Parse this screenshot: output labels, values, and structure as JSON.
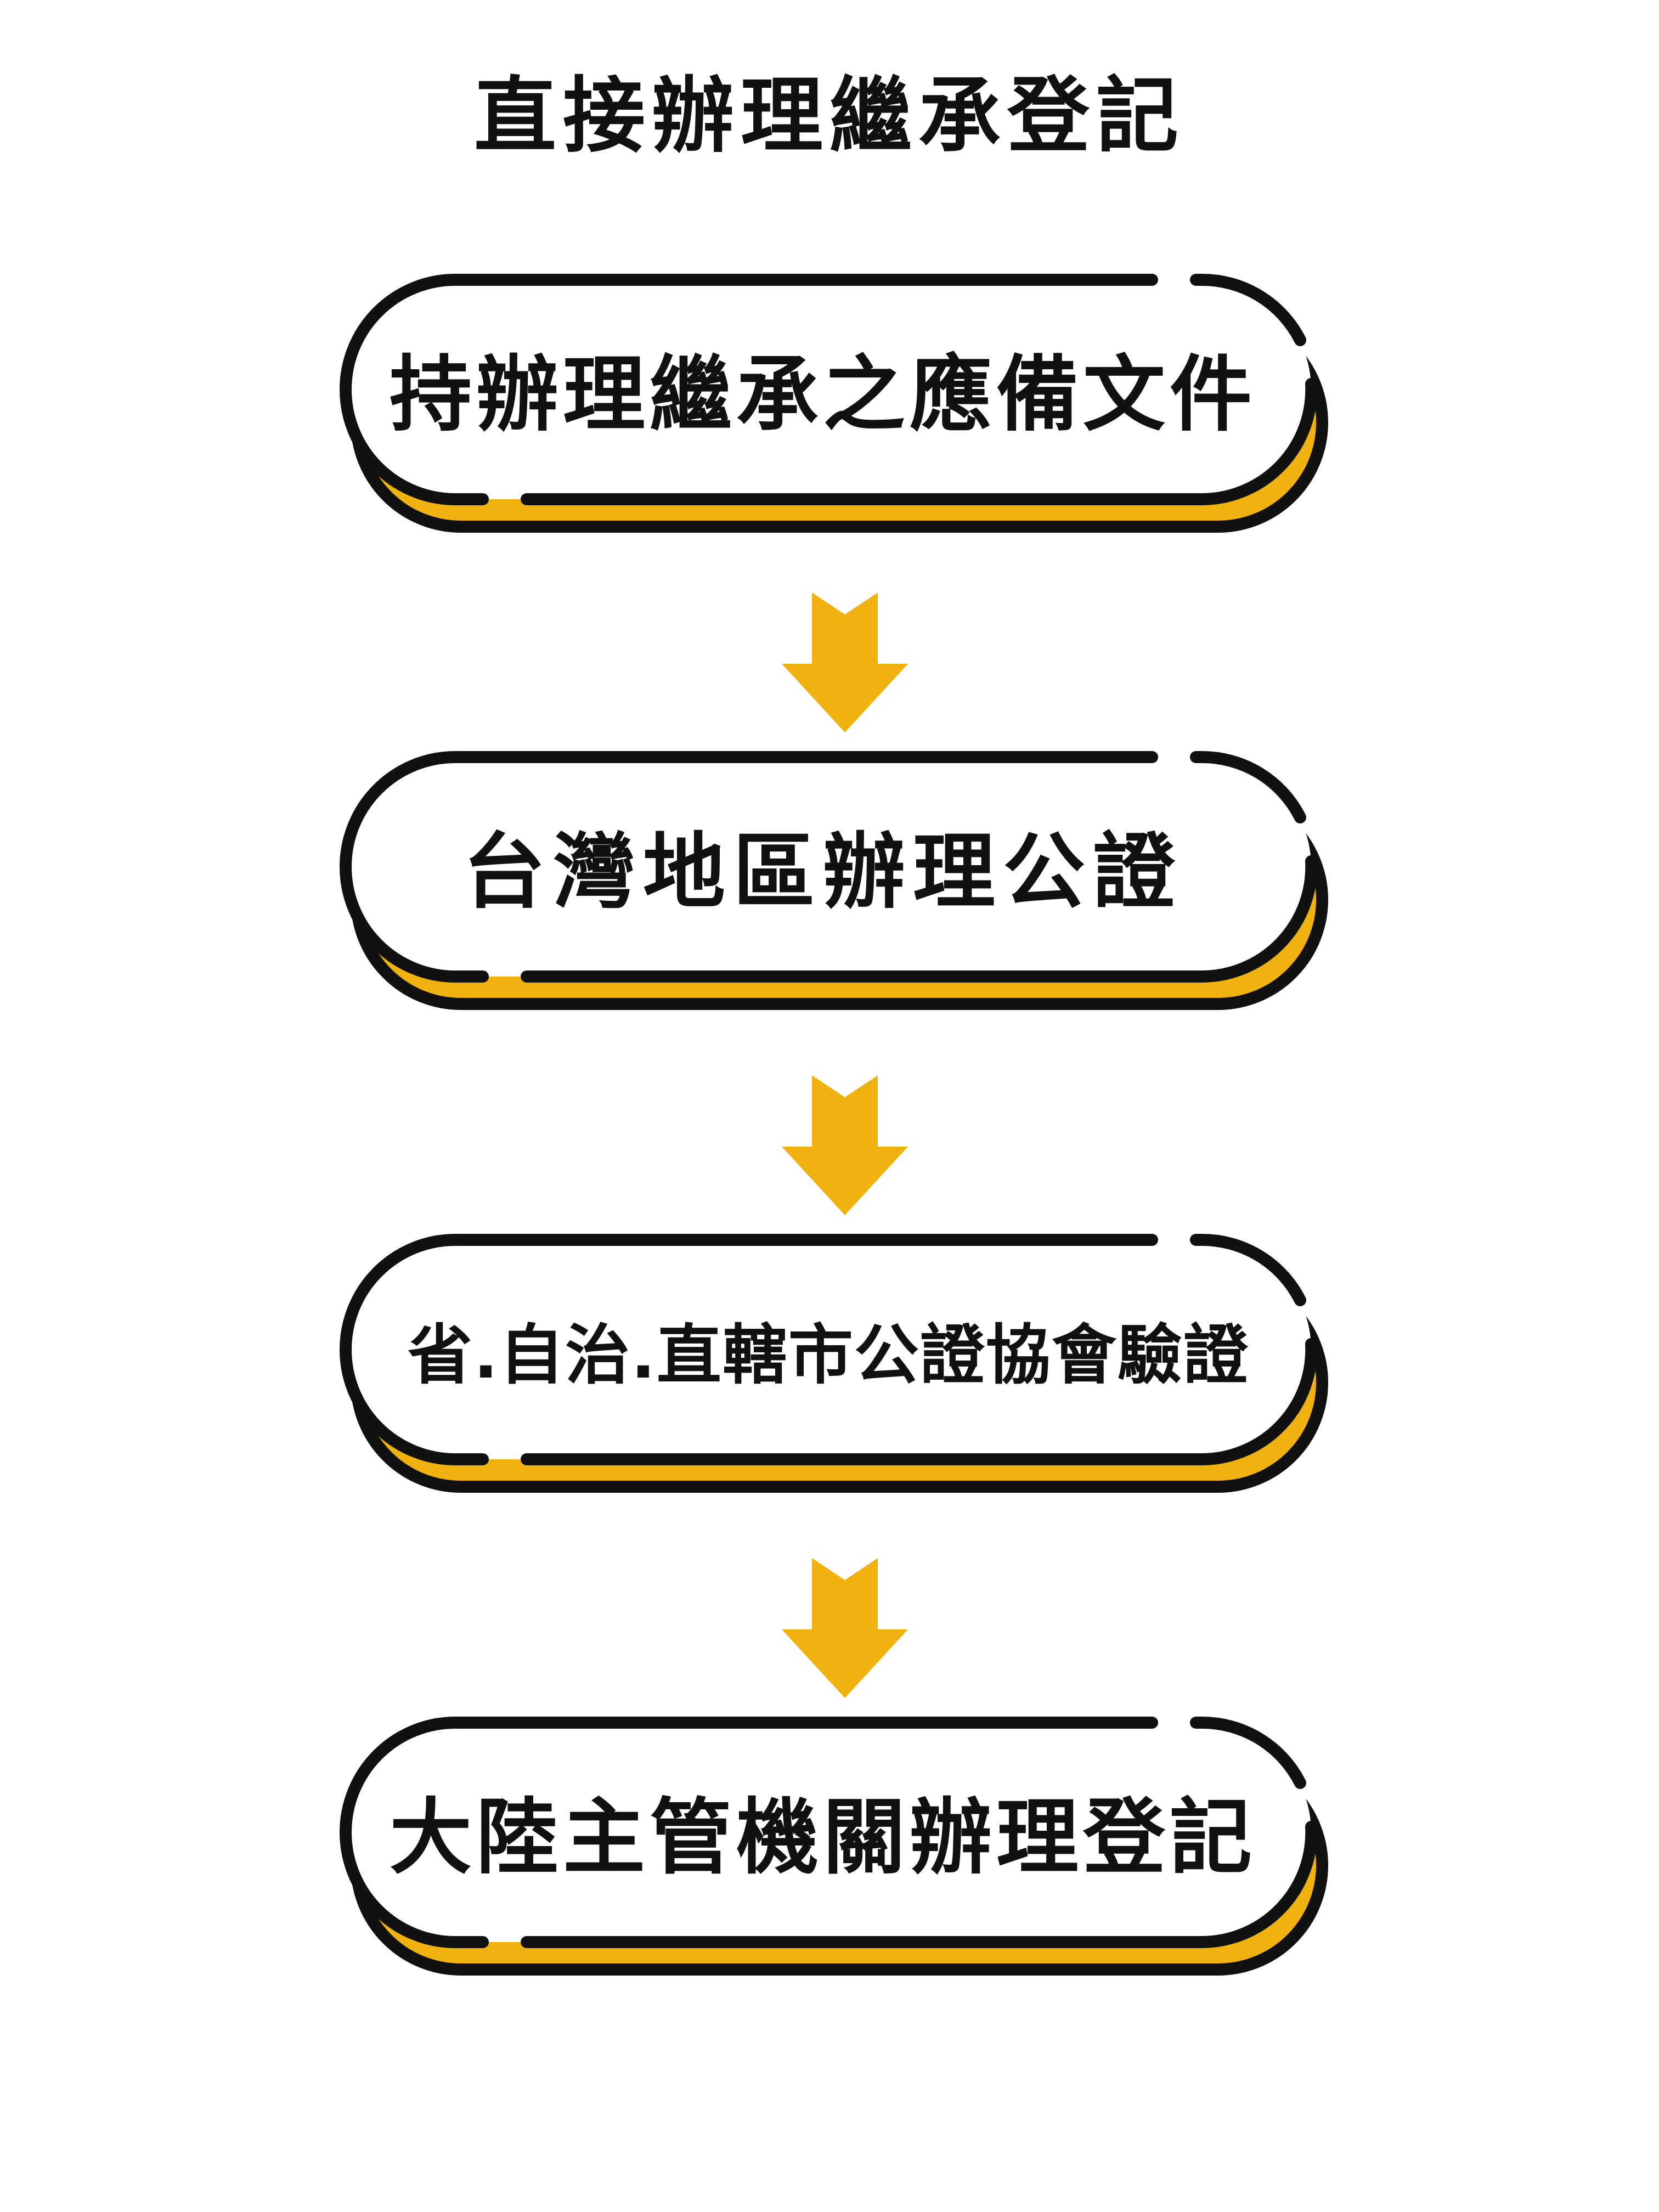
{
  "title": "直接辦理繼承登記",
  "colors": {
    "accent": "#F0B20F",
    "outline": "#111111",
    "fill": "#FFFFFF"
  },
  "steps": [
    {
      "label": "持辦理繼承之應備文件"
    },
    {
      "label": "台灣地區辦理公證"
    },
    {
      "label": "省.自治.直轄市公證協會驗證"
    },
    {
      "label": "大陸主管機關辦理登記"
    }
  ],
  "connector_icon": "arrow-down-icon"
}
